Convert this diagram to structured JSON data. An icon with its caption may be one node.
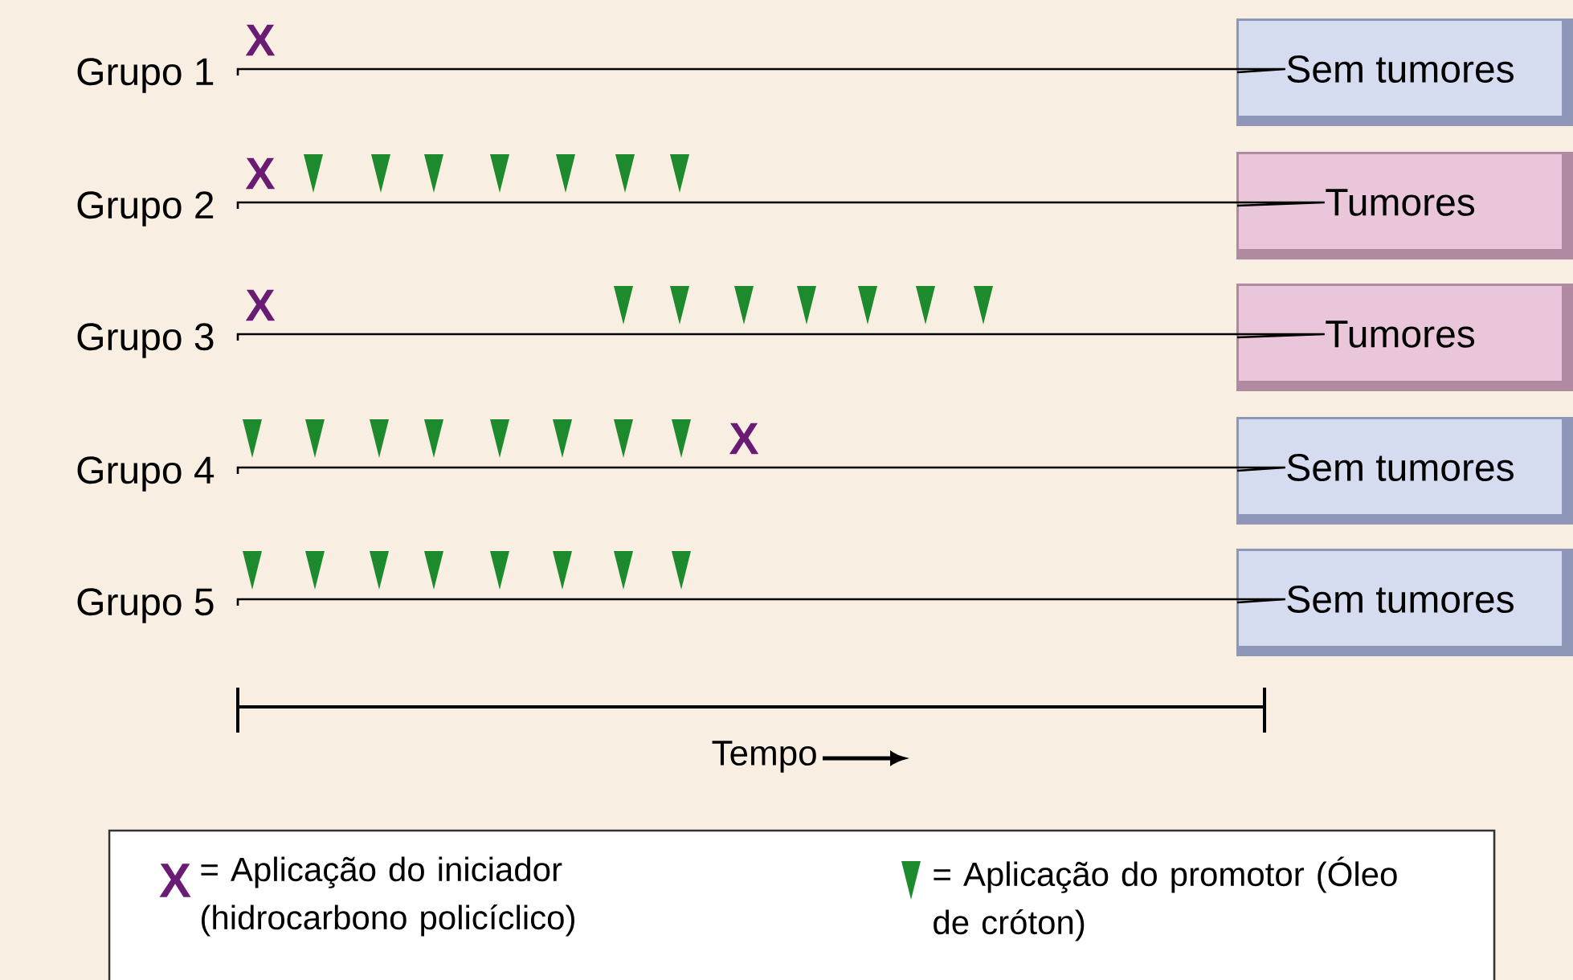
{
  "diagram": {
    "nodes": [
      {
        "text": [
          "Grupo 1"
        ]
      },
      {
        "text": [
          "Grupo 2"
        ]
      },
      {
        "text": [
          "Grupo 3"
        ]
      },
      {
        "text": [
          "Grupo 4"
        ]
      },
      {
        "text": [
          "Grupo 5"
        ]
      },
      {
        "text": [
          "Sem tumores"
        ]
      },
      {
        "text": [
          "Tumores"
        ]
      },
      {
        "text": [
          "Tumores"
        ]
      },
      {
        "text": [
          "Sem tumores"
        ]
      },
      {
        "text": [
          "Sem tumores"
        ]
      }
    ],
    "edges": [
      {
        "from": 0,
        "to": 5,
        "arrow": "none"
      },
      {
        "from": 1,
        "to": 6,
        "arrow": "none"
      },
      {
        "from": 2,
        "to": 7,
        "arrow": "none"
      },
      {
        "from": 3,
        "to": 8,
        "arrow": "none"
      },
      {
        "from": 4,
        "to": 9,
        "arrow": "none"
      }
    ],
    "labels": [
      "X",
      "X",
      "X",
      "X",
      "Tempo",
      "X"
    ],
    "legend": [
      {
        "text": "= Aplicação do iniciador (hidrocarbono policíclico)"
      },
      {
        "text": "= Aplicação do promotor (Óleo de cróton)"
      }
    ]
  }
}
